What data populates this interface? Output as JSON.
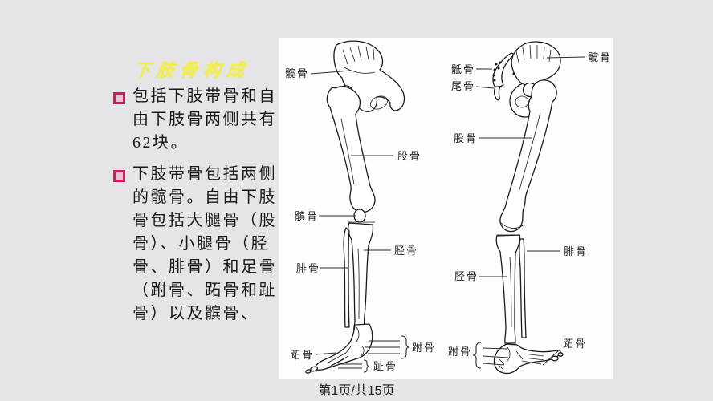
{
  "title": "下肢骨构成",
  "bullets": [
    "包括下肢带骨和自由下肢骨两侧共有62块。",
    "下肢带骨包括两侧的髋骨。自由下肢骨包括大腿骨（股骨）、小腿骨（胫骨、腓骨）和足骨（跗骨、跖骨和趾骨）以及髌骨、"
  ],
  "footer": {
    "page_indicator": "第1页/共15页"
  },
  "colors": {
    "background": "#e5e5e7",
    "panel": "#fdfdfd",
    "title": "#f1ee4d",
    "bullet_square_border": "#d6195f",
    "bullet_square_fill": "#f3bed2",
    "body_text": "#181818",
    "line_art": "#1a1a1a"
  },
  "diagram": {
    "labels": {
      "left": {
        "hip": "髋骨",
        "femur": "股骨",
        "patella": "髌骨",
        "tibia": "胫骨",
        "fibula": "腓骨",
        "metatarsal": "跖骨",
        "tarsal": "跗骨",
        "phalanx": "趾骨"
      },
      "right": {
        "sacrum": "骶骨",
        "coccyx": "尾骨",
        "hip": "髋骨",
        "femur": "股骨",
        "fibula": "腓骨",
        "tibia": "胫骨",
        "tarsal": "跗骨",
        "metatarsal": "跖骨"
      }
    }
  }
}
